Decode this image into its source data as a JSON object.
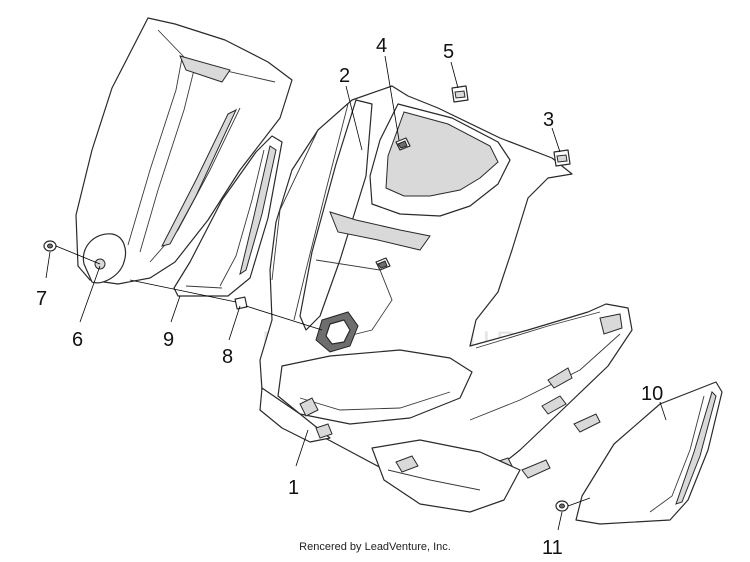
{
  "callouts": {
    "c1": "1",
    "c2": "2",
    "c3": "3",
    "c4": "4",
    "c5": "5",
    "c6": "6",
    "c7": "7",
    "c8": "8",
    "c9": "9",
    "c10": "10",
    "c11": "11"
  },
  "watermark": "LEADVENTURE",
  "credit": "Rencered by LeadVenture, Inc.",
  "colors": {
    "line": "#2a2a2a",
    "shade": "#d9d9d9",
    "background": "#ffffff"
  }
}
